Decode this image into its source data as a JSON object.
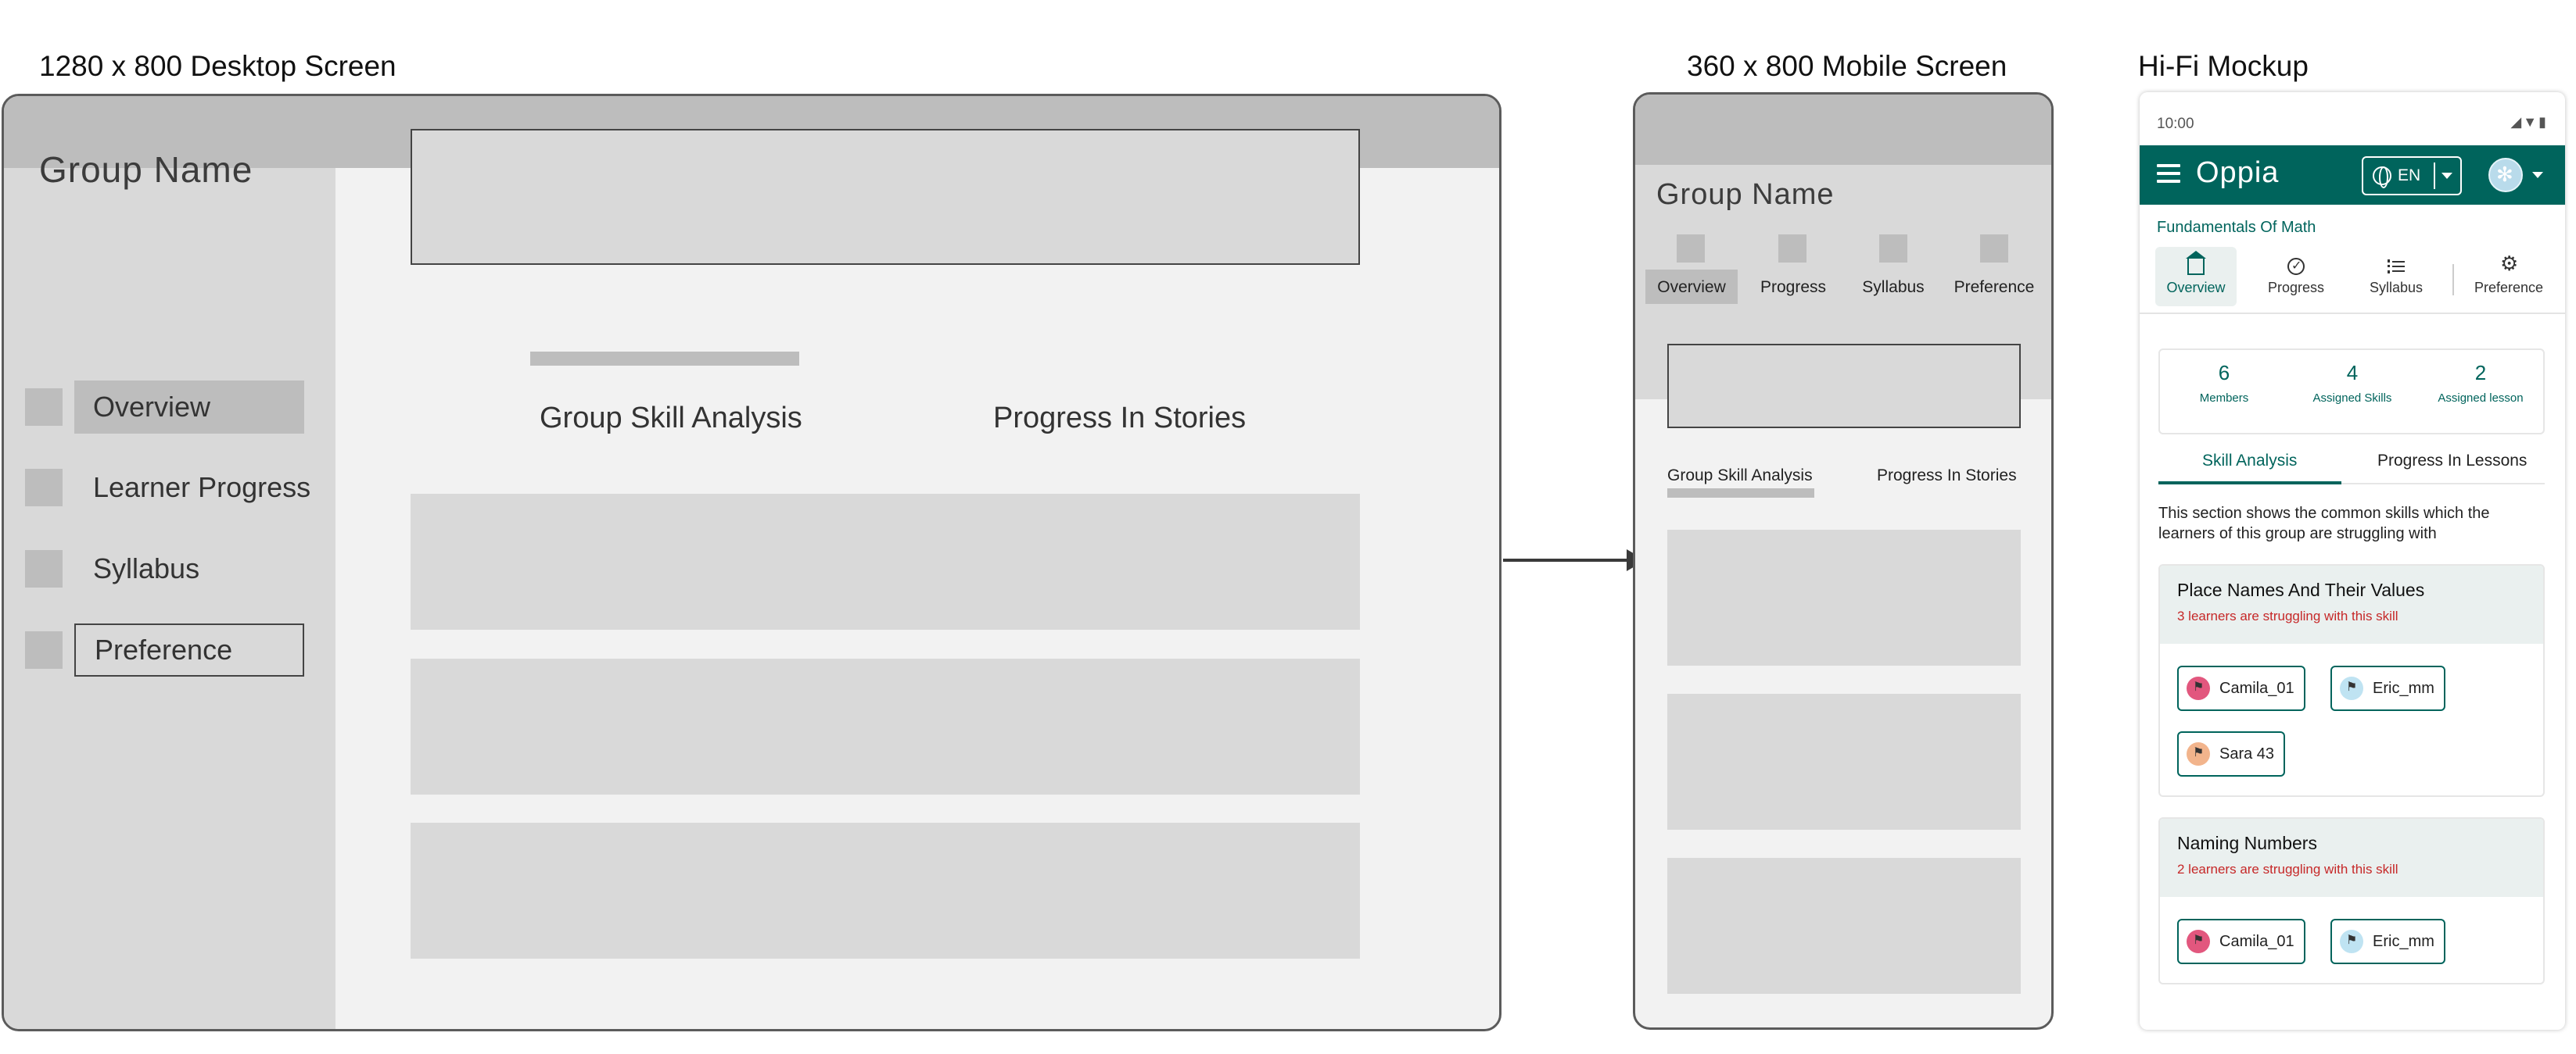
{
  "labels": {
    "desktop": "1280 x 800 Desktop Screen",
    "mobile": "360 x 800 Mobile Screen",
    "hifi": "Hi-Fi Mockup"
  },
  "desktop": {
    "group_name": "Group Name",
    "nav": [
      "Overview",
      "Learner Progress",
      "Syllabus",
      "Preference"
    ],
    "tabs": [
      "Group Skill Analysis",
      "Progress In Stories"
    ]
  },
  "mobile": {
    "group_name": "Group Name",
    "nav": [
      "Overview",
      "Progress",
      "Syllabus",
      "Preference"
    ],
    "tabs": [
      "Group Skill Analysis",
      "Progress In Stories"
    ]
  },
  "hifi": {
    "time": "10:00",
    "status_icons": "◢▼▮",
    "app_name": "Oppia",
    "language": "EN",
    "course": "Fundamentals Of Math",
    "nav": [
      "Overview",
      "Progress",
      "Syllabus",
      "Preference"
    ],
    "stats": [
      {
        "num": "6",
        "label": "Members"
      },
      {
        "num": "4",
        "label": "Assigned Skills"
      },
      {
        "num": "2",
        "label": "Assigned lesson"
      }
    ],
    "tabs": [
      "Skill Analysis",
      "Progress In Lessons"
    ],
    "description": "This section shows the common skills which the learners of this group are struggling with",
    "skills": [
      {
        "title": "Place Names And Their Values",
        "subtitle": "3 learners are struggling with this skill",
        "learners": [
          "Camila_01",
          "Eric_mm",
          "Sara 43"
        ]
      },
      {
        "title": "Naming Numbers",
        "subtitle": "2 learners are struggling with this skill",
        "learners": [
          "Camila_01",
          "Eric_mm"
        ]
      }
    ],
    "colors": {
      "brand": "#00645c",
      "warning": "#c62828",
      "avatar_pink": "#e2577e",
      "avatar_blue": "#bfe3f2",
      "avatar_peach": "#f2b48c"
    }
  }
}
